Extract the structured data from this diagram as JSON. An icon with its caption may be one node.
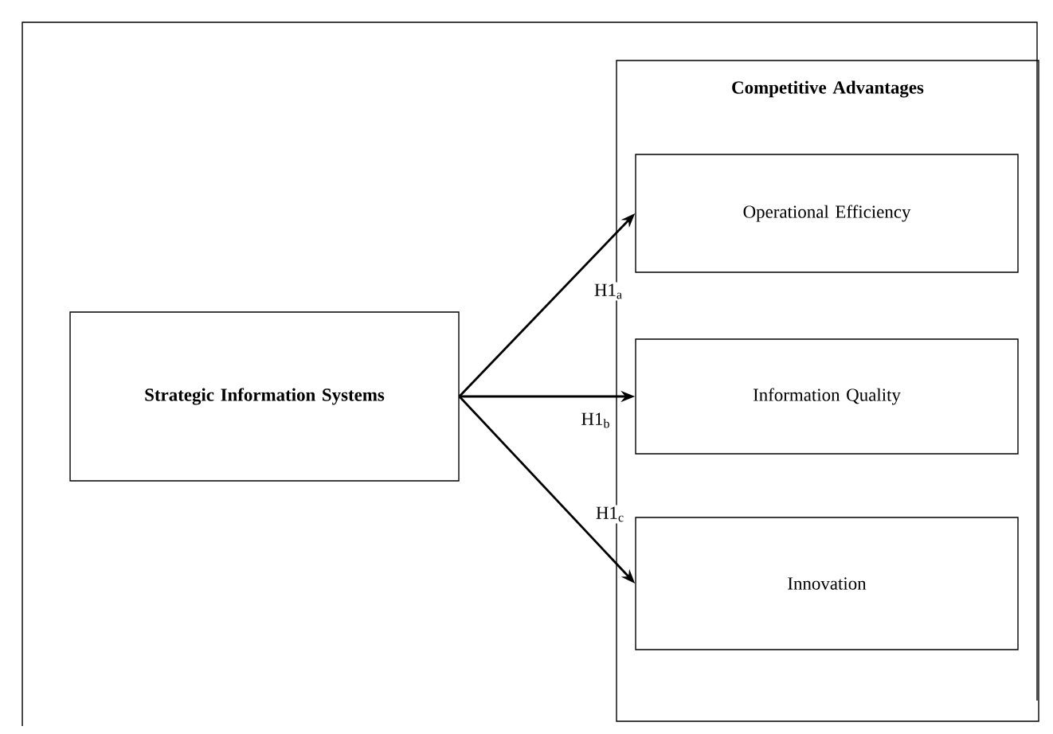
{
  "diagram": {
    "nodes": [
      {
        "text": [
          "**Strategic Information Systems**"
        ]
      },
      {
        "text": [
          "**Competitive Advantages**"
        ]
      },
      {
        "text": [
          "Operational Efficiency"
        ],
        "in": 1
      },
      {
        "text": [
          "Information Quality"
        ],
        "in": 1
      },
      {
        "text": [
          "Innovation"
        ],
        "in": 1
      }
    ],
    "edges": [
      {
        "from": 0,
        "to": 2,
        "arrow": "to",
        "label": "H1$_{a}$"
      },
      {
        "from": 0,
        "to": 3,
        "arrow": "to",
        "label": "H1$_{b}$"
      },
      {
        "from": 0,
        "to": 4,
        "arrow": "to",
        "label": "H1$_{c}$"
      }
    ]
  }
}
